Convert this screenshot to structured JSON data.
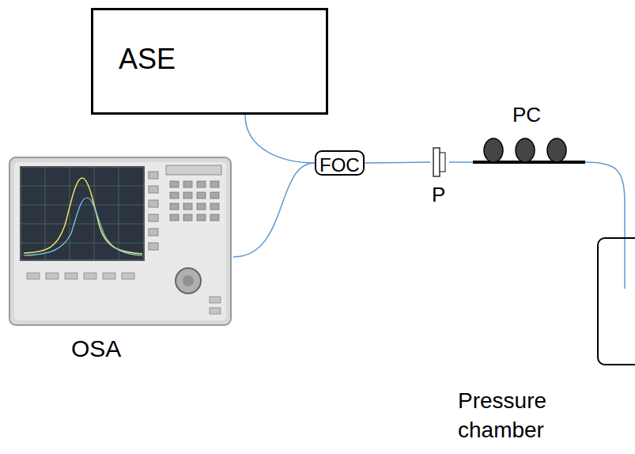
{
  "diagram": {
    "nodes": [
      {
        "text": [
          "ASE"
        ]
      },
      {
        "text": [
          "OSA"
        ]
      },
      {
        "text": [
          "FOC"
        ]
      },
      {
        "text": [
          "P"
        ]
      },
      {
        "text": [
          "PC"
        ]
      },
      {
        "text": [
          "Pressure chamber"
        ]
      }
    ],
    "edges": [
      {
        "from": 0,
        "to": 2,
        "arrow": "none"
      },
      {
        "from": 1,
        "to": 2,
        "arrow": "none"
      },
      {
        "from": 2,
        "to": 3,
        "arrow": "none"
      },
      {
        "from": 3,
        "to": 4,
        "arrow": "none"
      },
      {
        "from": 4,
        "to": 5,
        "arrow": "none"
      }
    ]
  }
}
